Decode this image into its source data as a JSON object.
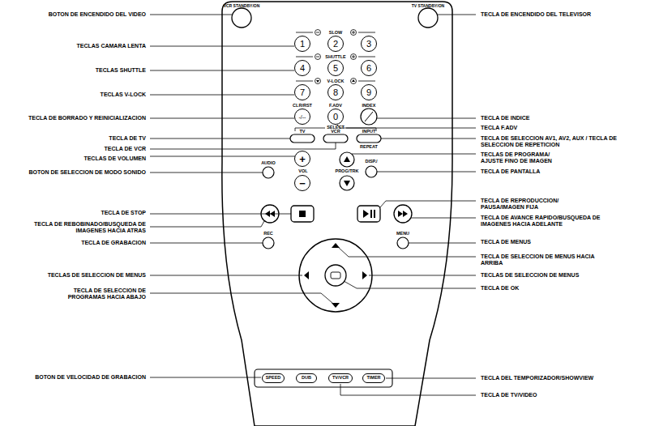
{
  "diagram": {
    "nodes": [
      {
        "text": [
          "1"
        ]
      },
      {
        "text": [
          "2"
        ]
      },
      {
        "text": [
          "3"
        ]
      },
      {
        "text": [
          "4"
        ]
      },
      {
        "text": [
          "5"
        ]
      },
      {
        "text": [
          "6"
        ]
      },
      {
        "text": [
          "7"
        ]
      },
      {
        "text": [
          "8"
        ]
      },
      {
        "text": [
          "9"
        ]
      },
      {
        "text": [
          "-/--"
        ]
      },
      {
        "text": [
          "0"
        ]
      },
      {
        "text": [
          "+"
        ]
      },
      {
        "text": [
          "−"
        ]
      },
      {
        "text": [
          "SPEED"
        ]
      },
      {
        "text": [
          "DUB"
        ]
      },
      {
        "text": [
          "TV/VCR"
        ]
      },
      {
        "text": [
          "TIMER"
        ]
      }
    ],
    "labels": [
      "BOTON DE ENCENDIDO DEL VIDEO",
      "TECLAS CAMARA LENTA",
      "TECLAS SHUTTLE",
      "TECLAS V-LOCK",
      "TECLA DE BORRADO Y REINICIALIZACION",
      "TECLA DE TV",
      "TECLA DE VCR",
      "TECLAS DE VOLUMEN",
      "BOTON DE SELECCION DE MODO SONIDO",
      "TECLA DE STOP",
      "TECLA DE REBOBINADO/BUSQUEDA DE IMAGENES HACIA ATRAS",
      "TECLA DE GRABACION",
      "TECLAS DE SELECCION DE MENUS",
      "TECLA DE SELECCION DE PROGRAMAS HACIA ABAJO",
      "BOTON DE VELOCIDAD DE GRABACION",
      "TECLA DE ENCENDIDO DEL TELEVISOR",
      "TECLA DE INDICE",
      "TECLA F.ADV",
      "TECLA DE SELECCION AV1, AV2, AUX / TECLA DE SELECCION DE REPETICION",
      "TECLAS DE PROGRAMA/ AJUSTE FINO DE IMAGEN",
      "TECLA DE PANTALLA",
      "TECLA DE REPRODUCCION/ PAUSA/IMAGEN FIJA",
      "TECLA DE AVANCE RAPIDO/BUSQUEDA DE IMAGENES HACIA ADELANTE",
      "TECLA DE MENUS",
      "TECLA DE SELECCION DE MENUS HACIA ARRIBA",
      "TECLAS DE SELECCION DE MENUS",
      "TECLA DE OK",
      "TECLA DEL TEMPORIZADOR/SHOWVIEW",
      "TECLA DE TV/VIDEO",
      "VCR STANDBY/ON",
      "TV STANDBY/ON",
      "SLOW",
      "SHUTTLE",
      "V-LOCK",
      "CLR/RST",
      "F.ADV",
      "INDEX",
      "SELECT",
      "TV",
      "VCR",
      "INPUT",
      "REPEAT",
      "AUDIO",
      "VOL",
      "PROG/TRK",
      "DISP./",
      "REC",
      "MENU"
    ]
  }
}
